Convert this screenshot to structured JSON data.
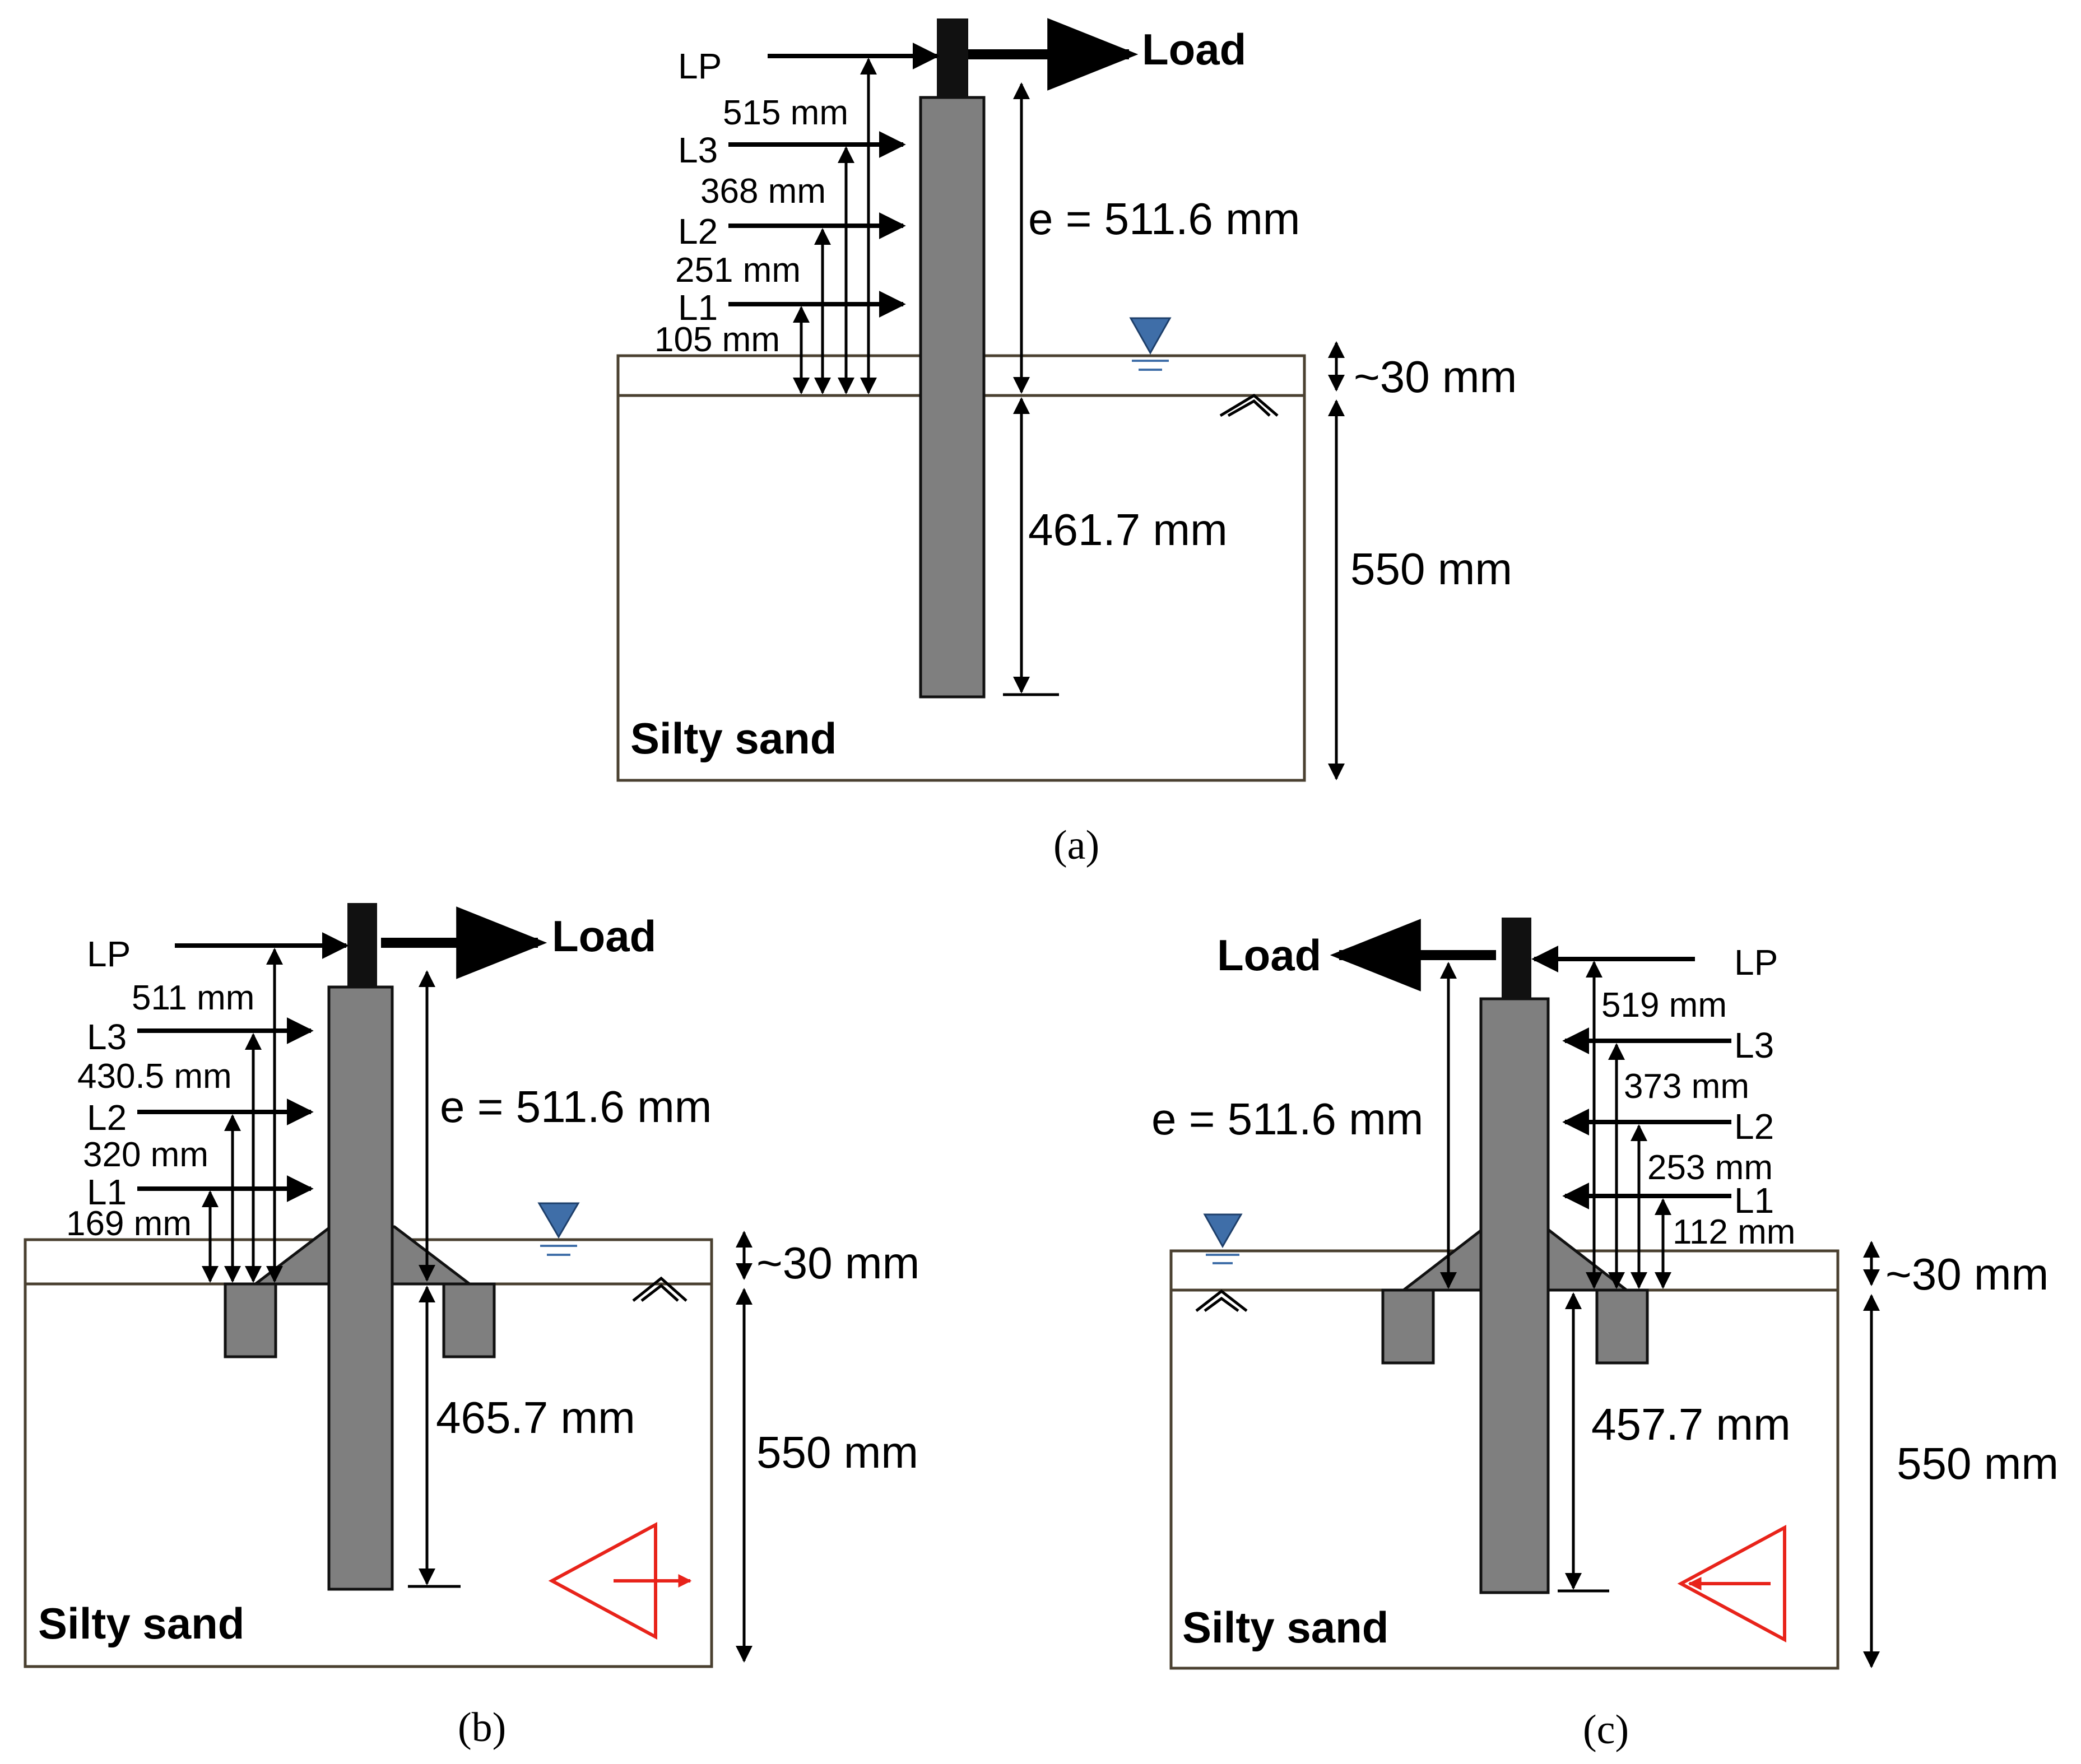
{
  "panels": {
    "a": {
      "caption": "(a)",
      "load": "Load",
      "lp": "LP",
      "l3": "L3",
      "l2": "L2",
      "l1": "L1",
      "d_lp": "515 mm",
      "d_l3": "368 mm",
      "d_l2": "251 mm",
      "d_l1": "105 mm",
      "eccentricity": "e = 511.6 mm",
      "embed": "461.7 mm",
      "water": "~30 mm",
      "depth": "550 mm",
      "soil": "Silty sand"
    },
    "b": {
      "caption": "(b)",
      "load": "Load",
      "lp": "LP",
      "l3": "L3",
      "l2": "L2",
      "l1": "L1",
      "d_lp": "511 mm",
      "d_l3": "430.5 mm",
      "d_l2": "320 mm",
      "d_l1": "169 mm",
      "eccentricity": "e = 511.6 mm",
      "embed": "465.7 mm",
      "water": "~30 mm",
      "depth": "550 mm",
      "soil": "Silty sand"
    },
    "c": {
      "caption": "(c)",
      "load": "Load",
      "lp": "LP",
      "l3": "L3",
      "l2": "L2",
      "l1": "L1",
      "d_lp": "519 mm",
      "d_l3": "373 mm",
      "d_l2": "253 mm",
      "d_l1": "112 mm",
      "eccentricity": "e = 511.6 mm",
      "embed": "457.7 mm",
      "water": "~30 mm",
      "depth": "550 mm",
      "soil": "Silty sand"
    }
  },
  "colors": {
    "pile": "#7f7f7f",
    "cap": "#111111",
    "box": "#4a4030",
    "water_symbol": "#3f6ea8",
    "direction": "#e8231a"
  }
}
